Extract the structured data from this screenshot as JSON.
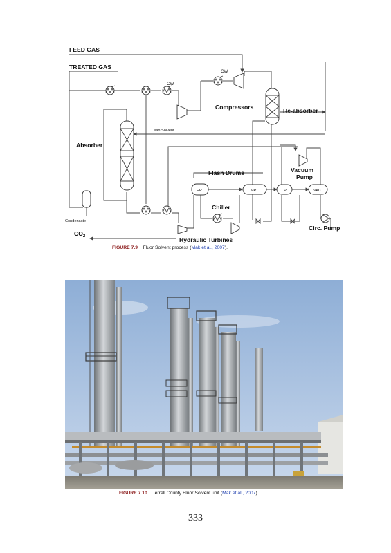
{
  "figure_7_9": {
    "labels": {
      "feed_gas": "FEED GAS",
      "treated_gas": "TREATED GAS",
      "cw1": "CW",
      "cw2": "CW",
      "compressors": "Compressors",
      "re_absorber": "Re-absorber",
      "lean_solvent": "Lean Solvent",
      "absorber": "Absorber",
      "flash_drums": "Flash Drums",
      "vacuum_pump_line1": "Vacuum",
      "vacuum_pump_line2": "Pump",
      "hp": "HP",
      "mp": "MP",
      "lp": "LP",
      "vac": "VAC",
      "chiller": "Chiller",
      "condensate": "Condensate",
      "co2": "CO",
      "co2_sub": "2",
      "circ_pump": "Circ. Pump",
      "hydraulic_turbines": "Hydraulic Turbines"
    },
    "caption": {
      "number": "FIGURE 7.9",
      "text": "Fluor Solvent process (",
      "ref": "Mak et al., 2007",
      "end": ")."
    }
  },
  "figure_7_10": {
    "caption": {
      "number": "FIGURE 7.10",
      "text": "Terrell County Fluor Solvent unit (",
      "ref": "Mak et al., 2007",
      "end": ")."
    }
  },
  "colors": {
    "caption_number": "#8b1a1a",
    "caption_ref": "#1f3fae",
    "sky": "#9db8dc",
    "steel": "#a9adb1"
  },
  "page_number": "333"
}
